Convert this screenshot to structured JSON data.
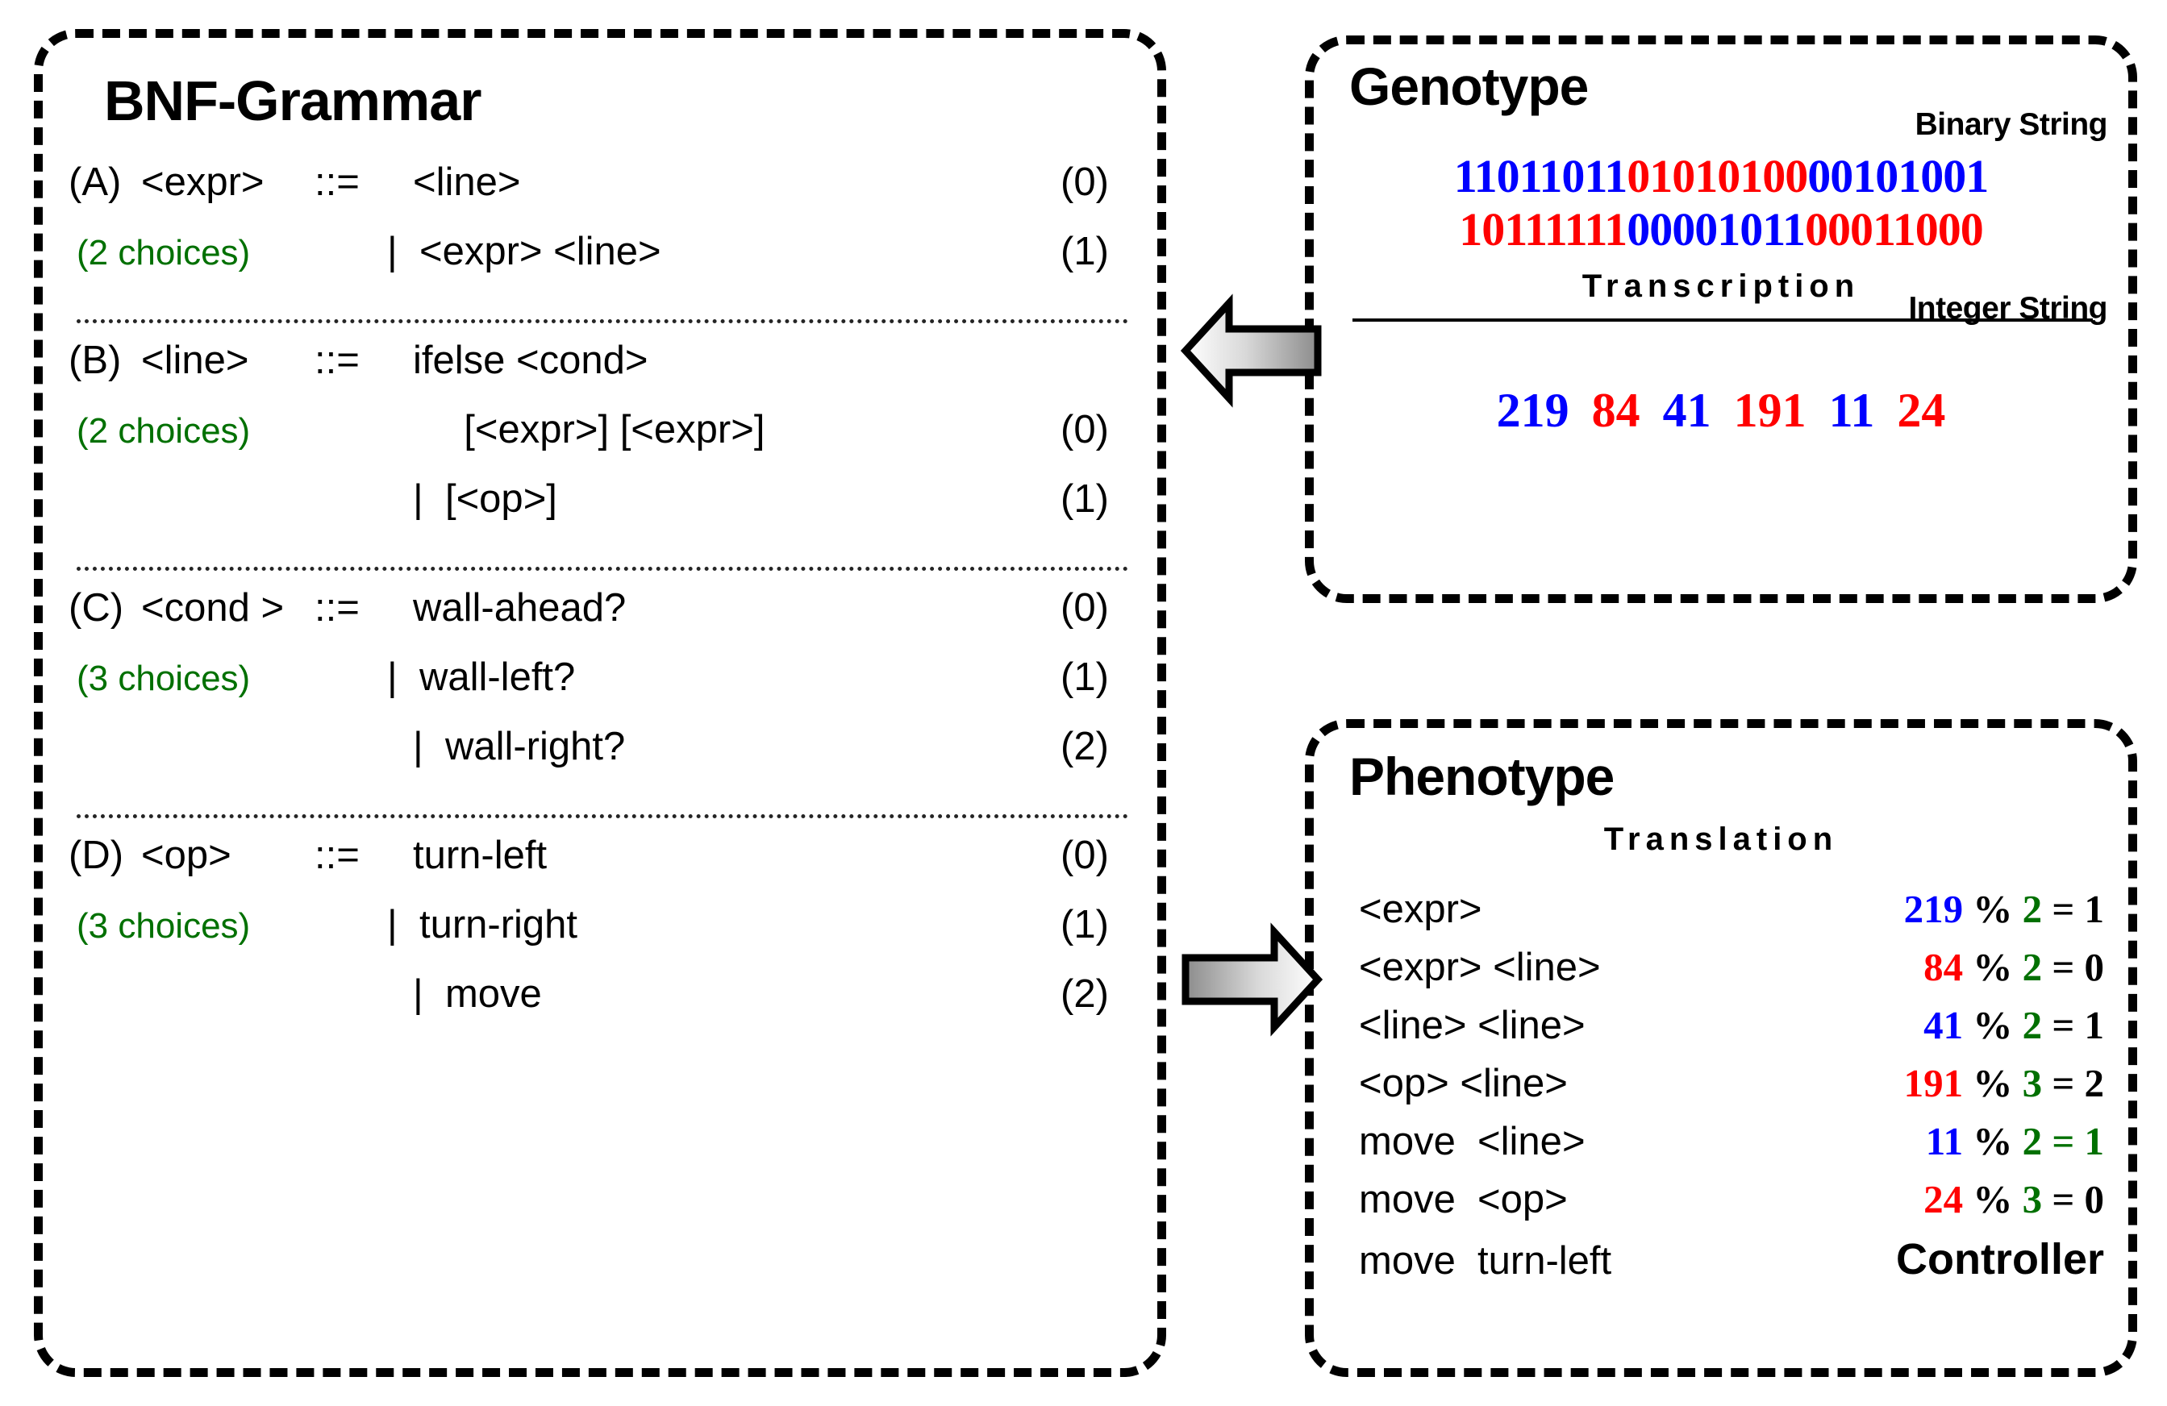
{
  "bnf": {
    "title": "BNF-Grammar",
    "groups": [
      {
        "label": "(A)",
        "lhs": "<expr>",
        "assign": "::=",
        "choices": "(2 choices)",
        "rows": [
          {
            "rhs": "<line>",
            "idx": "(0)"
          },
          {
            "rhs": "|  <expr> <line>",
            "idx": "(1)"
          }
        ]
      },
      {
        "label": "(B)",
        "lhs": "<line>",
        "assign": "::=",
        "choices": "(2 choices)",
        "rows": [
          {
            "rhs": "ifelse <cond>",
            "idx": ""
          },
          {
            "rhs": "       [<expr>] [<expr>]",
            "idx": "(0)"
          },
          {
            "rhs": "|  [<op>]",
            "idx": "(1)"
          }
        ]
      },
      {
        "label": "(C)",
        "lhs": "<cond >",
        "assign": "::=",
        "choices": "(3 choices)",
        "rows": [
          {
            "rhs": "wall-ahead?",
            "idx": "(0)"
          },
          {
            "rhs": "|  wall-left?",
            "idx": "(1)"
          },
          {
            "rhs": "|  wall-right?",
            "idx": "(2)"
          }
        ]
      },
      {
        "label": "(D)",
        "lhs": "<op>",
        "assign": "::=",
        "choices": "(3 choices)",
        "rows": [
          {
            "rhs": "turn-left",
            "idx": "(0)"
          },
          {
            "rhs": "|  turn-right",
            "idx": "(1)"
          },
          {
            "rhs": "|  move",
            "idx": "(2)"
          }
        ]
      }
    ]
  },
  "genotype": {
    "title": "Genotype",
    "binary_label": "Binary String",
    "integer_label": "Integer String",
    "transcription_label": "Transcription",
    "binary_line_1": [
      {
        "bits": "11011011",
        "color": "blue"
      },
      {
        "bits": "01010100",
        "color": "red"
      },
      {
        "bits": "00101001",
        "color": "blue"
      }
    ],
    "binary_line_2": [
      {
        "bits": "10111111",
        "color": "red"
      },
      {
        "bits": "00001011",
        "color": "blue"
      },
      {
        "bits": "00011000",
        "color": "red"
      }
    ],
    "integers": [
      {
        "value": "219",
        "color": "blue"
      },
      {
        "value": "84",
        "color": "red"
      },
      {
        "value": "41",
        "color": "blue"
      },
      {
        "value": "191",
        "color": "red"
      },
      {
        "value": "11",
        "color": "blue"
      },
      {
        "value": "24",
        "color": "red"
      }
    ]
  },
  "phenotype": {
    "title": "Phenotype",
    "translation_label": "Translation",
    "controller_label": "Controller",
    "rows": [
      {
        "symbols": "<expr>",
        "num": "219",
        "num_color": "blue",
        "mod": "2",
        "result": "1",
        "result_color": "black"
      },
      {
        "symbols": "<expr> <line>",
        "num": "84",
        "num_color": "red",
        "mod": "2",
        "result": "0",
        "result_color": "black"
      },
      {
        "symbols": "<line> <line>",
        "num": "41",
        "num_color": "blue",
        "mod": "2",
        "result": "1",
        "result_color": "black"
      },
      {
        "symbols": "<op> <line>",
        "num": "191",
        "num_color": "red",
        "mod": "3",
        "result": "2",
        "result_color": "black"
      },
      {
        "symbols": "move  <line>",
        "num": "11",
        "num_color": "blue",
        "mod": "2",
        "result": "1",
        "result_color": "green"
      },
      {
        "symbols": "move  <op>",
        "num": "24",
        "num_color": "red",
        "mod": "3",
        "result": "0",
        "result_color": "black"
      },
      {
        "symbols": "move  turn-left",
        "controller": "Controller"
      }
    ]
  },
  "arrows": {
    "left": "arrow-left-icon",
    "right": "arrow-right-icon"
  },
  "colors": {
    "blue": "#0000ff",
    "red": "#ff0000",
    "green": "#007000",
    "black": "#000000"
  }
}
